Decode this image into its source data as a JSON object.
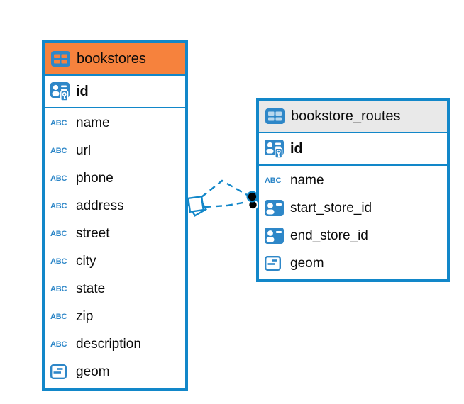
{
  "icons": {
    "abc_glyph": "ABC"
  },
  "colors": {
    "accent_blue": "#1287c9",
    "icon_blue": "#2e87c8",
    "bookstores_header": "#f6823d",
    "routes_header": "#e9e9e9",
    "connector": "#1287c9",
    "text": "#0a0a0a"
  },
  "tables": [
    {
      "name": "bookstores",
      "header_style": "orange",
      "pk": {
        "name": "id",
        "icon": "user-key-icon"
      },
      "columns": [
        {
          "name": "name",
          "icon": "abc-text-icon"
        },
        {
          "name": "url",
          "icon": "abc-text-icon"
        },
        {
          "name": "phone",
          "icon": "abc-text-icon"
        },
        {
          "name": "address",
          "icon": "abc-text-icon"
        },
        {
          "name": "street",
          "icon": "abc-text-icon"
        },
        {
          "name": "city",
          "icon": "abc-text-icon"
        },
        {
          "name": "state",
          "icon": "abc-text-icon"
        },
        {
          "name": "zip",
          "icon": "abc-text-icon"
        },
        {
          "name": "description",
          "icon": "abc-text-icon"
        },
        {
          "name": "geom",
          "icon": "geometry-icon"
        }
      ]
    },
    {
      "name": "bookstore_routes",
      "header_style": "gray",
      "pk": {
        "name": "id",
        "icon": "user-key-icon"
      },
      "columns": [
        {
          "name": "name",
          "icon": "abc-text-icon"
        },
        {
          "name": "start_store_id",
          "icon": "user-card-icon"
        },
        {
          "name": "end_store_id",
          "icon": "user-card-icon"
        },
        {
          "name": "geom",
          "icon": "geometry-icon"
        }
      ]
    }
  ],
  "relationship": {
    "between": [
      "bookstores",
      "bookstore_routes"
    ],
    "line_count": 2,
    "line_style": "dashed",
    "color": "#1287c9",
    "left_marker": "stacked-squares",
    "right_marker": "stacked-dots"
  }
}
